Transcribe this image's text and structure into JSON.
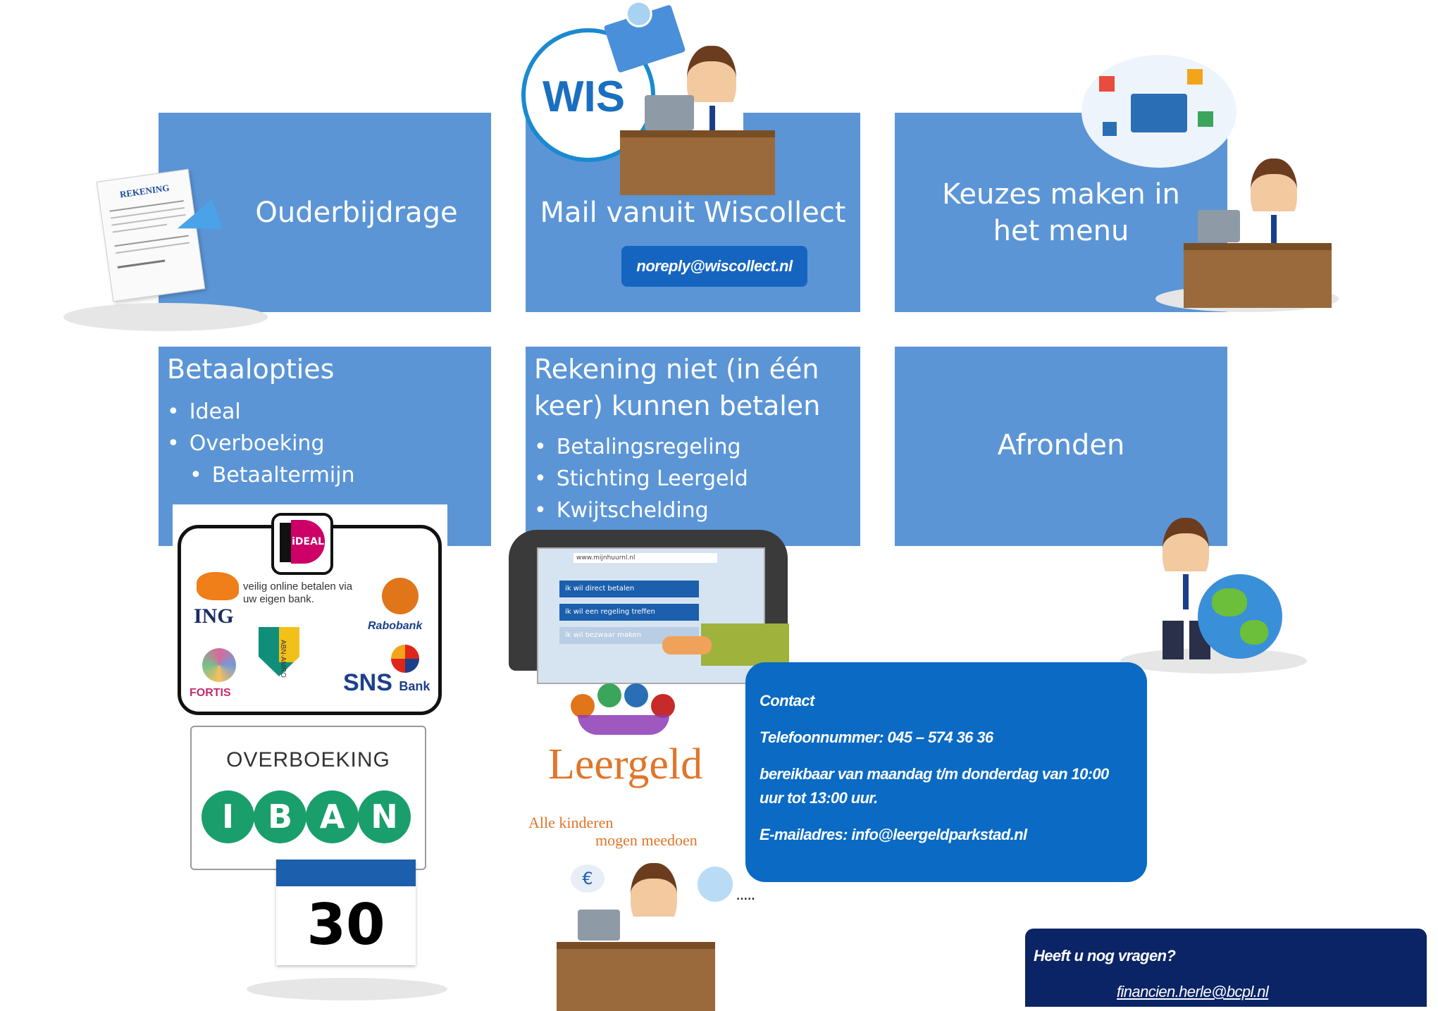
{
  "tiles": {
    "ouderbijdrage": "Ouderbijdrage",
    "mail": "Mail vanuit Wiscollect",
    "mail_address": "noreply@wiscollect.nl",
    "keuzes": "Keuzes maken in het menu",
    "betaalopties": {
      "title": "Betaalopties",
      "items": [
        "Ideal",
        "Overboeking",
        "Betaaltermijn"
      ]
    },
    "rekening": {
      "title": "Rekening niet (in één keer) kunnen betalen",
      "items": [
        "Betalingsregeling",
        "Stichting Leergeld",
        "Kwijtschelding"
      ]
    },
    "afronden": "Afronden"
  },
  "contact": {
    "heading": "Contact",
    "phone": "Telefoonnummer: 045 – 574 36 36",
    "hours": "bereikbaar van maandag t/m donderdag van 10:00 uur tot 13:00 uur.",
    "email": "E-mailadres: info@leergeldparkstad.nl"
  },
  "questions": {
    "text": "Heeft u nog vragen?",
    "email": "financien.herle@bcpl.nl"
  },
  "images": {
    "invoice_label": "REKENING",
    "wis_logo": "WIS",
    "ideal_logo": "iDEAL",
    "ideal_tagline": "veilig online betalen via uw eigen bank.",
    "bank_ing": "ING",
    "bank_rabobank": "Rabobank",
    "bank_abn": "ABN·AMRO",
    "bank_fortis": "FORTIS",
    "bank_sns": "SNS",
    "bank_sns_suffix": "Bank",
    "overboeking": "OVERBOEKING",
    "iban_letters": [
      "I",
      "B",
      "A",
      "N"
    ],
    "calendar_day": "30",
    "tablet_url": "www.mijnhuurnl.nl",
    "tablet_btn_1": "ik wil direct betalen",
    "tablet_btn_2": "ik wil een regeling treffen",
    "tablet_btn_3": "ik wil bezwaar maken",
    "leergeld_name": "Leergeld",
    "leergeld_slogan_1": "Alle kinderen",
    "leergeld_slogan_2": "mogen meedoen",
    "euro_symbol": "€",
    "ellipsis": "....."
  },
  "colors": {
    "tile": "#5b95d6",
    "contact": "#0a6ac4",
    "questions": "#0b2466",
    "leergeld": "#e0752a"
  }
}
